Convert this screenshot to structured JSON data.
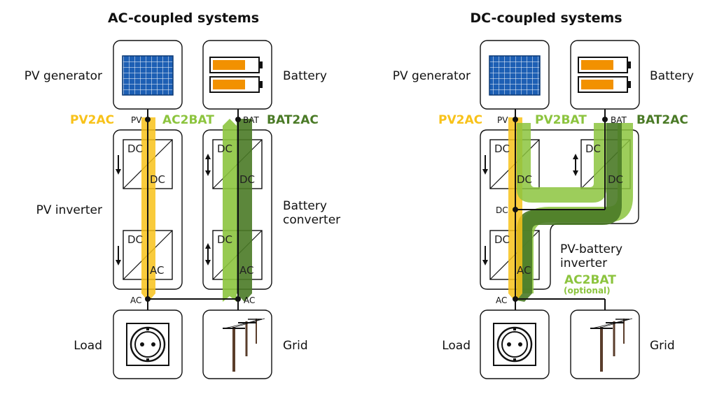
{
  "colors": {
    "pv2ac": "#f8c21a",
    "ac2bat": "#8cc43e",
    "bat2ac": "#4a7a26",
    "battery_fill": "#f29100",
    "panel_blue": "#1d5fb4"
  },
  "left": {
    "title": "AC-coupled systems",
    "pv_generator": "PV generator",
    "battery": "Battery",
    "pv_inverter": "PV inverter",
    "battery_converter_line1": "Battery",
    "battery_converter_line2": "converter",
    "load": "Load",
    "grid": "Grid",
    "flow_pv2ac": "PV2AC",
    "flow_ac2bat": "AC2BAT",
    "flow_bat2ac": "BAT2AC",
    "node_pv": "PV",
    "node_bat": "BAT",
    "node_ac_left": "AC",
    "node_ac_right": "AC",
    "dc_top_1a": "DC",
    "dc_top_1b": "DC",
    "dc_bot_1a": "DC",
    "ac_bot_1b": "AC",
    "dc_top_2a": "DC",
    "dc_top_2b": "DC",
    "dc_bot_2a": "DC",
    "ac_bot_2b": "AC"
  },
  "right": {
    "title": "DC-coupled systems",
    "pv_generator": "PV generator",
    "battery": "Battery",
    "pv_battery_inverter_line1": "PV-battery",
    "pv_battery_inverter_line2": "inverter",
    "load": "Load",
    "grid": "Grid",
    "flow_pv2ac": "PV2AC",
    "flow_pv2bat": "PV2BAT",
    "flow_bat2ac": "BAT2AC",
    "flow_ac2bat": "AC2BAT",
    "flow_ac2bat_note": "(optional)",
    "node_pv": "PV",
    "node_bat": "BAT",
    "node_dc": "DC",
    "node_ac": "AC",
    "dc_top_1a": "DC",
    "dc_top_1b": "DC",
    "dc_bot_1a": "DC",
    "ac_bot_1b": "AC",
    "dc_top_2a": "DC",
    "dc_top_2b": "DC"
  }
}
